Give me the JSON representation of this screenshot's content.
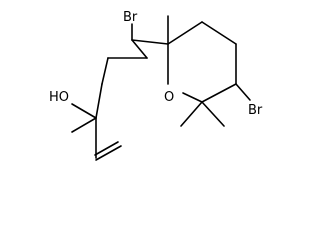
{
  "molecule": {
    "atoms": [
      {
        "id": "br_chain",
        "label": "Br"
      },
      {
        "id": "oh",
        "label": "HO"
      },
      {
        "id": "o_ring",
        "label": "O"
      },
      {
        "id": "br_ring",
        "label": "Br"
      }
    ]
  }
}
